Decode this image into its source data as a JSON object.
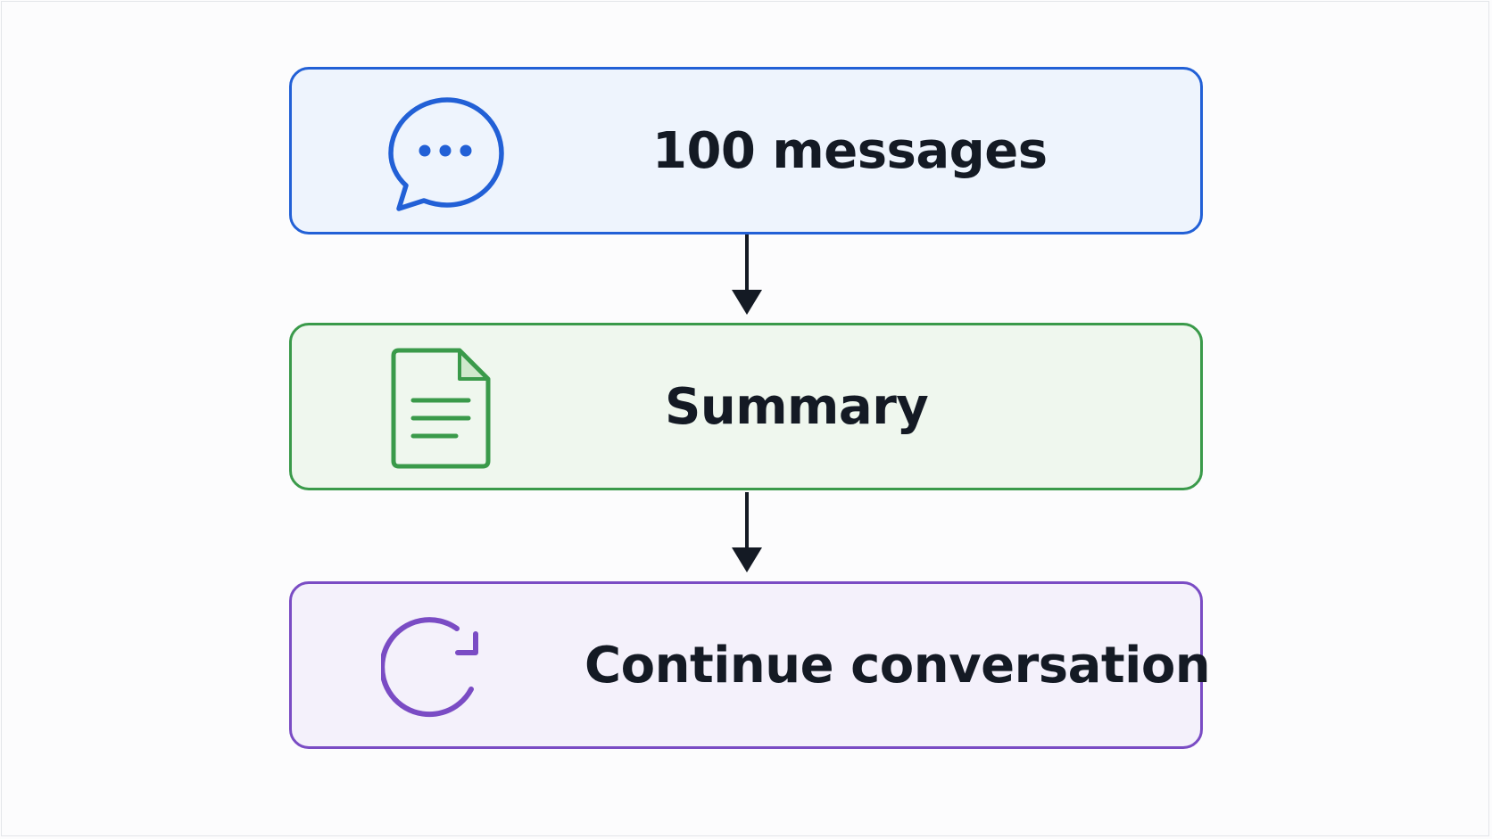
{
  "flow": {
    "steps": [
      {
        "label": "100 messages",
        "icon": "chat-bubble-icon",
        "color": "#2260d6"
      },
      {
        "label": "Summary",
        "icon": "document-icon",
        "color": "#3a9a4a"
      },
      {
        "label": "Continue conversation",
        "icon": "refresh-icon",
        "color": "#7a4cc4"
      }
    ]
  }
}
